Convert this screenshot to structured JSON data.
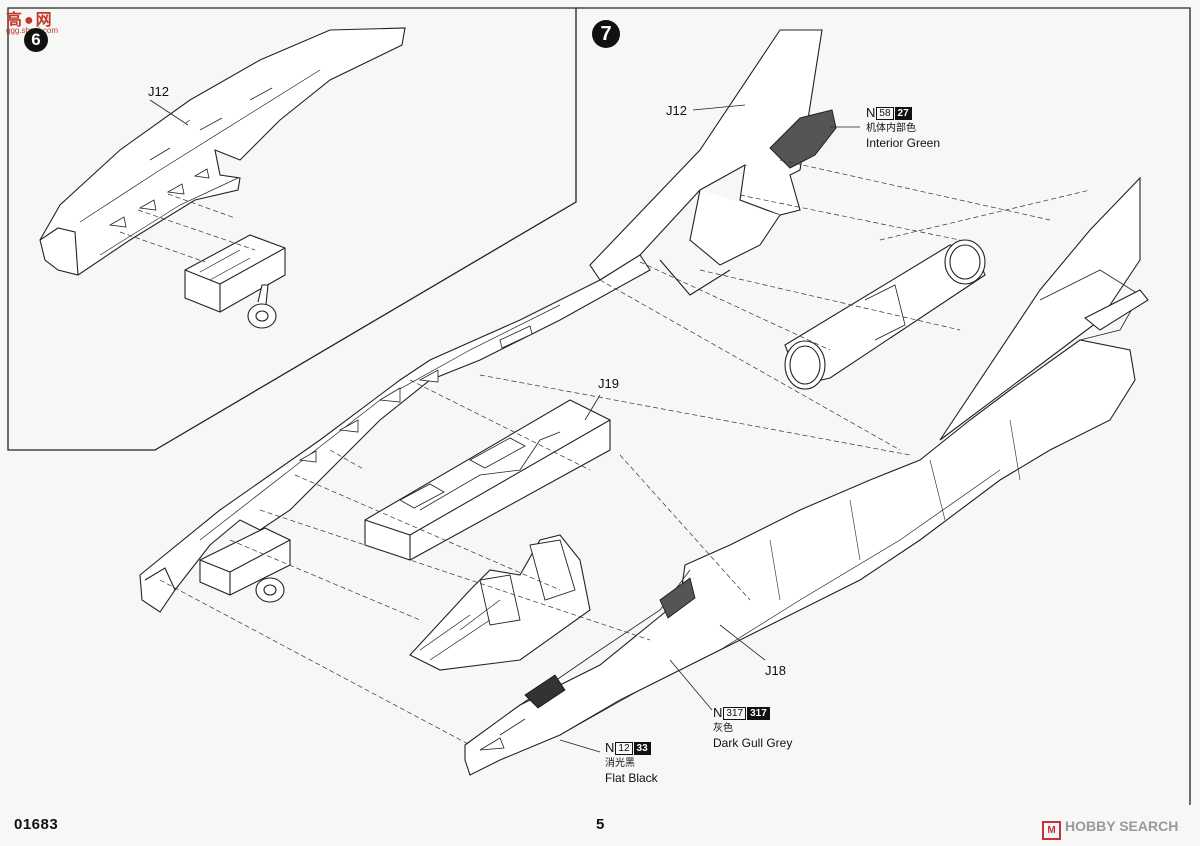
{
  "header": {
    "site_logo": "高●网",
    "site_url": "ggg.sbgui.com"
  },
  "steps": [
    {
      "number": "6",
      "part_label": "J12"
    },
    {
      "number": "7",
      "part_labels": [
        "J12",
        "J19",
        "J18"
      ]
    }
  ],
  "paints": [
    {
      "prefix": "N",
      "code_a": "58",
      "code_b": "27",
      "name_cn": "机体内部色",
      "name_en": "Interior Green"
    },
    {
      "prefix": "N",
      "code_a": "317",
      "code_b": "317",
      "name_cn": "灰色",
      "name_en": "Dark Gull Grey"
    },
    {
      "prefix": "N",
      "code_a": "12",
      "code_b": "33",
      "name_cn": "消光黑",
      "name_en": "Flat Black"
    }
  ],
  "footer": {
    "kit_code": "01683",
    "page_number": "5",
    "watermark_mark": "M",
    "watermark_text": "HOBBY SEARCH"
  }
}
